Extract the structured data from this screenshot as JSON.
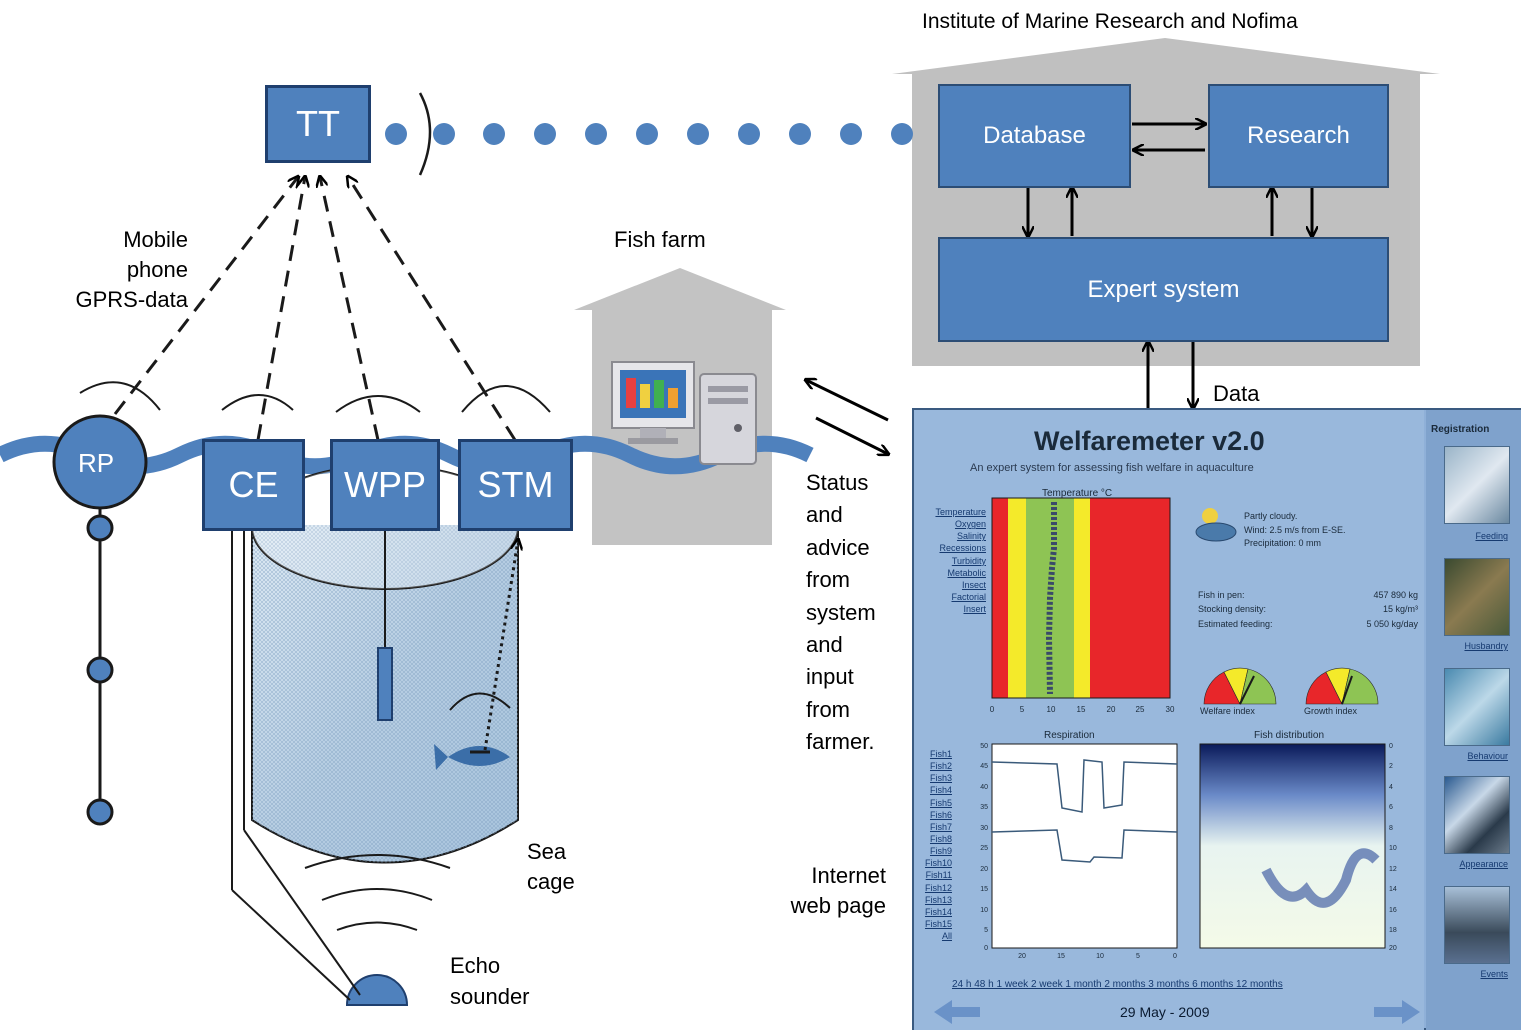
{
  "header": {
    "institute": "Institute of Marine Research and Nofima"
  },
  "institute": {
    "database": "Database",
    "research": "Research",
    "expert_system": "Expert system",
    "data_label": "Data"
  },
  "transmitter": {
    "label": "TT"
  },
  "mobile": {
    "line1": "Mobile",
    "line2": "phone",
    "line3": "GPRS-data"
  },
  "sea_units": {
    "rp": "RP",
    "ce": "CE",
    "wpp": "WPP",
    "stm": "STM"
  },
  "fish_farm": {
    "title": "Fish farm"
  },
  "status_text": [
    "Status",
    "and",
    "advice",
    "from",
    "system",
    "and",
    "input",
    "from",
    "farmer."
  ],
  "sea_cage": {
    "line1": "Sea",
    "line2": "cage"
  },
  "echo": {
    "line1": "Echo",
    "line2": "sounder"
  },
  "internet": {
    "line1": "Internet",
    "line2": "web page"
  },
  "welfaremeter": {
    "title": "Welfaremeter v2.0",
    "subtitle": "An expert system for assessing fish welfare in aquaculture",
    "registration": "Registration",
    "reg_items": [
      "Feeding",
      "Husbandry",
      "Behaviour",
      "Appearance",
      "Events"
    ],
    "temp_title": "Temperature °C",
    "resp_title": "Respiration",
    "dist_title": "Fish distribution",
    "params": [
      "Temperature",
      "Oxygen",
      "Salinity",
      "Recessions",
      "Turbidity",
      "Metabolic",
      "Insect",
      "Factorial",
      "Insert"
    ],
    "fish_list": [
      "Fish1",
      "Fish2",
      "Fish3",
      "Fish4",
      "Fish5",
      "Fish6",
      "Fish7",
      "Fish8",
      "Fish9",
      "Fish10",
      "Fish11",
      "Fish12",
      "Fish13",
      "Fish14",
      "Fish15",
      "All"
    ],
    "weather": [
      "Partly cloudy.",
      "Wind: 2.5 m/s from E-SE.",
      "Precipitation: 0 mm"
    ],
    "stats": [
      {
        "label": "Fish in pen:",
        "value": "457 890 kg"
      },
      {
        "label": "Stocking density:",
        "value": "15 kg/m³"
      },
      {
        "label": "Estimated feeding:",
        "value": "5 050 kg/day"
      }
    ],
    "welfare_index": "Welfare index",
    "growth_index": "Growth index",
    "timeline": "24 h  48 h  1 week  2 week  1 month  2 months  3 months  6 months  12 months",
    "date": "29 May - 2009",
    "temp_x_ticks": [
      "0",
      "5",
      "10",
      "15",
      "20",
      "25",
      "30"
    ],
    "depth_ticks": [
      "0",
      "2",
      "4",
      "6",
      "8",
      "10",
      "12",
      "14",
      "16",
      "18",
      "20"
    ],
    "resp_y_ticks": [
      "50",
      "45",
      "40",
      "35",
      "30",
      "25",
      "20",
      "15",
      "10",
      "5",
      "0"
    ],
    "time_ticks": [
      "20",
      "15",
      "10",
      "5",
      "0"
    ]
  }
}
